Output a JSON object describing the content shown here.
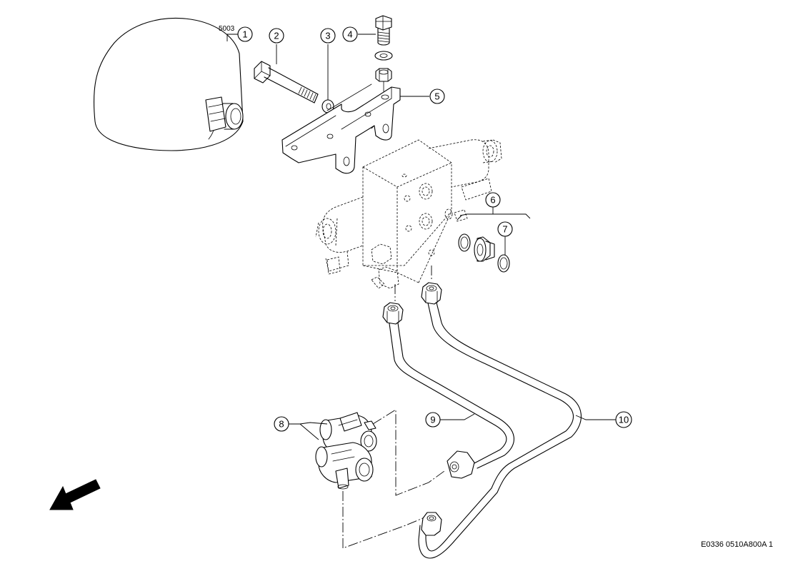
{
  "callouts": [
    {
      "id": "1",
      "label": "1"
    },
    {
      "id": "2",
      "label": "2"
    },
    {
      "id": "3",
      "label": "3"
    },
    {
      "id": "4",
      "label": "4"
    },
    {
      "id": "5",
      "label": "5"
    },
    {
      "id": "6",
      "label": "6"
    },
    {
      "id": "7",
      "label": "7"
    },
    {
      "id": "8",
      "label": "8"
    },
    {
      "id": "9",
      "label": "9"
    },
    {
      "id": "10",
      "label": "10"
    }
  ],
  "accumulator_code": "5003",
  "drawing_reference": "E0336 0510A800A 1",
  "icons": {
    "direction": "direction-arrow-icon"
  }
}
